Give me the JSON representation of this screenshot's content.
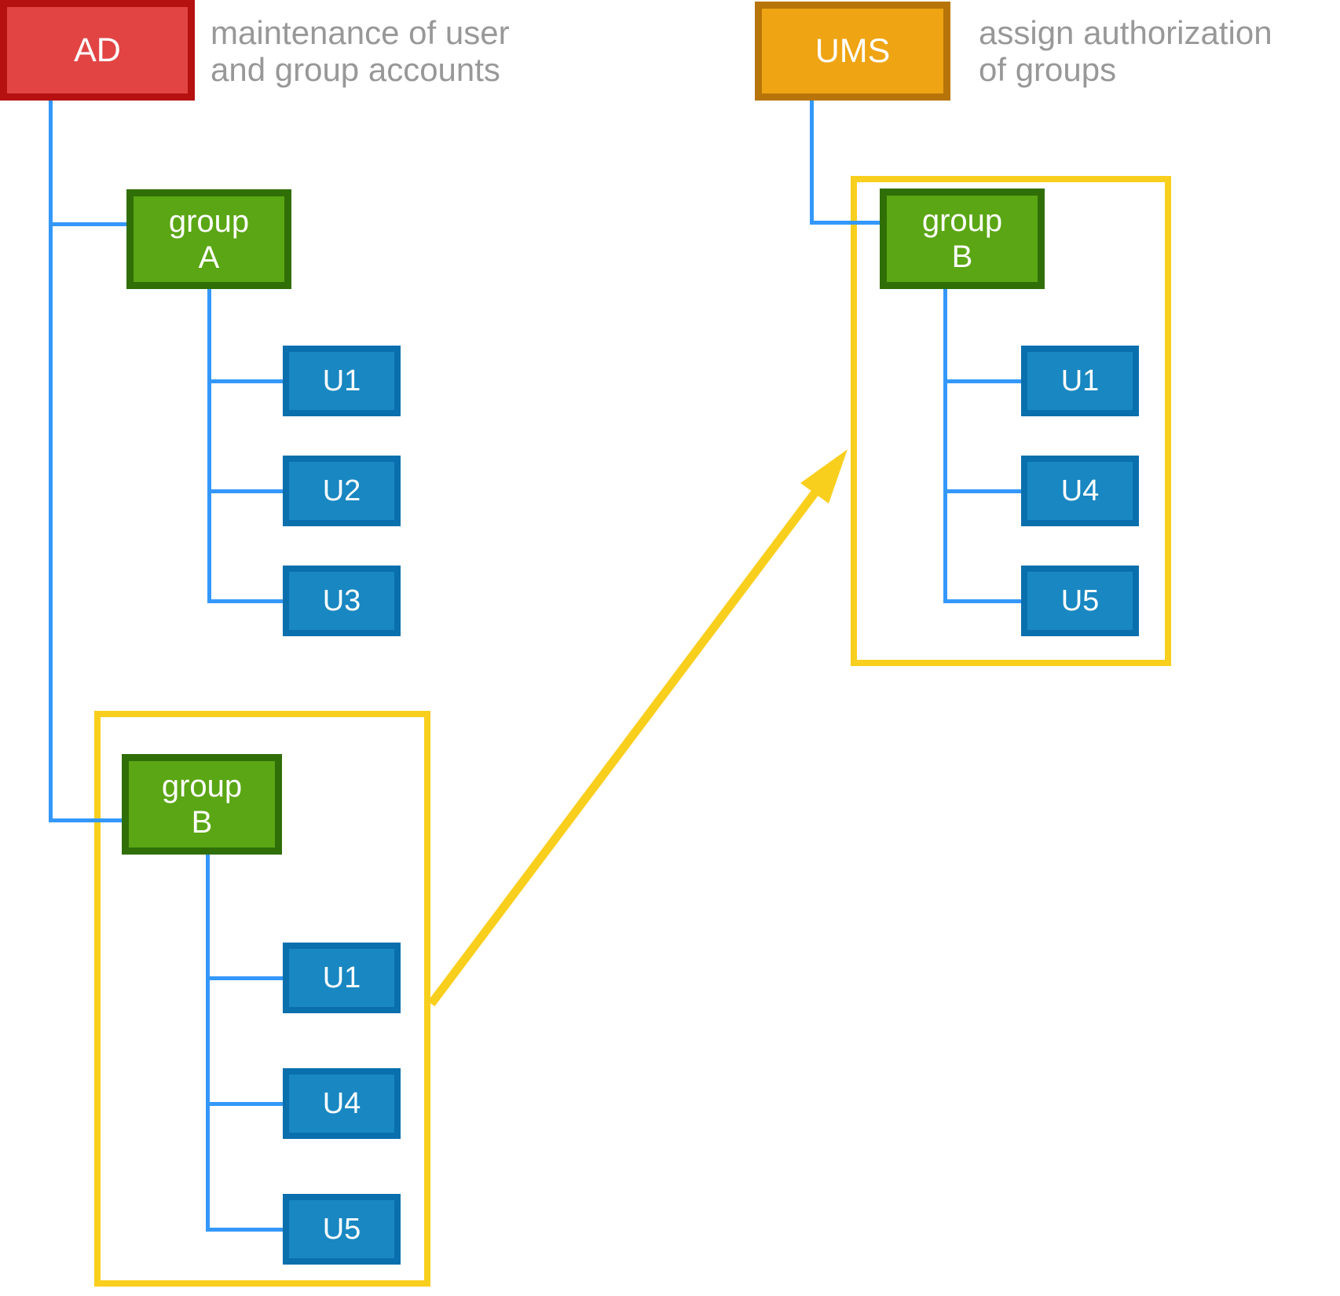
{
  "colors": {
    "ad_fill": "#e24444",
    "ad_border": "#b51111",
    "ums_fill": "#efa413",
    "ums_border": "#b77409",
    "group_fill": "#5aa614",
    "group_border": "#306f07",
    "user_fill": "#1987c2",
    "user_border": "#0a6fad",
    "connector": "#3498fb",
    "highlight": "#f9cf1e",
    "annotation_text": "#989898"
  },
  "systems": {
    "ad": {
      "label": "AD",
      "annotation_line1": "maintenance of user",
      "annotation_line2": "and group accounts"
    },
    "ums": {
      "label": "UMS",
      "annotation_line1": "assign authorization",
      "annotation_line2": "of groups"
    }
  },
  "groups": {
    "ad_group_a": {
      "name_line1": "group",
      "name_line2": "A",
      "users": [
        "U1",
        "U2",
        "U3"
      ]
    },
    "ad_group_b": {
      "name_line1": "group",
      "name_line2": "B",
      "users": [
        "U1",
        "U4",
        "U5"
      ]
    },
    "ums_group_b": {
      "name_line1": "group",
      "name_line2": "B",
      "users": [
        "U1",
        "U4",
        "U5"
      ]
    }
  }
}
